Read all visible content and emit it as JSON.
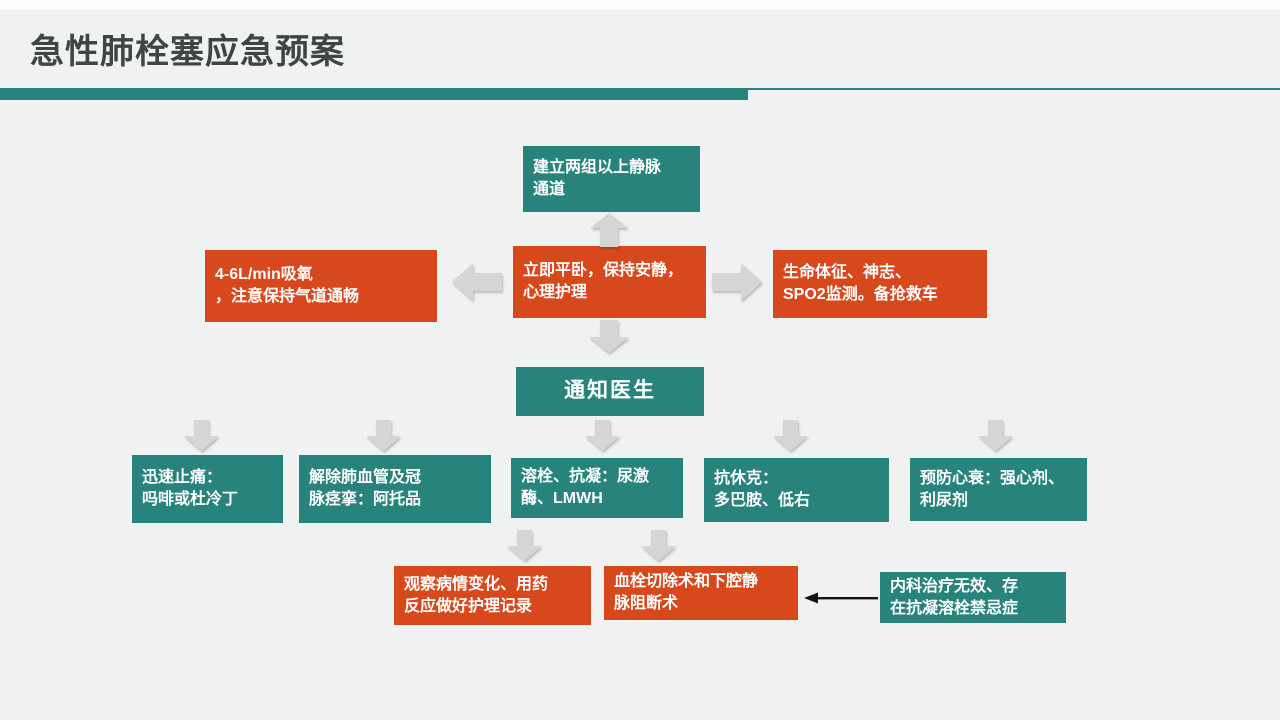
{
  "slide": {
    "title": "急性肺栓塞应急预案"
  },
  "colors": {
    "teal": "#27837b",
    "orange": "#d8481d",
    "background": "#f0f1f1",
    "top_strip": "#fafbfb",
    "arrow_gray": "#d5d6d6",
    "title_text": "#3f4545",
    "node_text": "#ffffff",
    "connector": "#141414"
  },
  "flowchart": {
    "nodes": {
      "iv_access": {
        "text": "建立两组以上静脉\n通道"
      },
      "lie_flat": {
        "text": "立即平卧，保持安静，\n心理护理"
      },
      "oxygen": {
        "text": "4-6L/min吸氧\n，注意保持气道通畅"
      },
      "monitoring": {
        "text": "生命体征、神志、\nSPO2监测。备抢救车"
      },
      "notify_doctor": {
        "text": "通知医生"
      },
      "pain_relief": {
        "text": "迅速止痛：\n吗啡或杜冷丁"
      },
      "spasm_relief": {
        "text": "解除肺血管及冠\n脉痉挛：阿托品"
      },
      "thrombolysis": {
        "text": "溶栓、抗凝：尿激\n酶、LMWH"
      },
      "anti_shock": {
        "text": "抗休克：\n多巴胺、低右"
      },
      "heart_failure_prevention": {
        "text": "预防心衰：强心剂、\n利尿剂"
      },
      "nursing_record": {
        "text": "观察病情变化、用药\n反应做好护理记录"
      },
      "thrombectomy": {
        "text": "血栓切除术和下腔静\n脉阻断术"
      },
      "surgery_indication": {
        "text": "内科治疗无效、存\n在抗凝溶栓禁忌症"
      }
    }
  }
}
